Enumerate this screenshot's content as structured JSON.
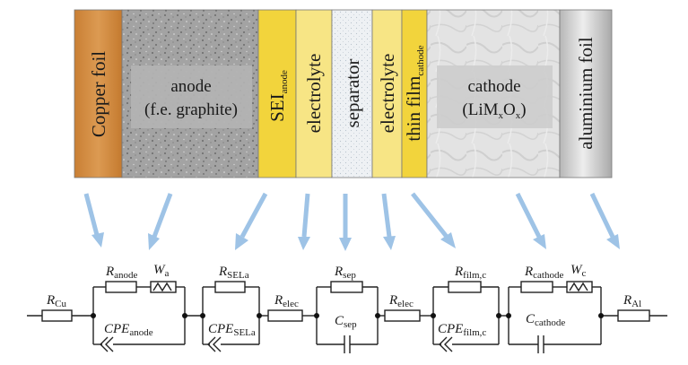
{
  "layers": [
    {
      "id": "copper-foil",
      "label": "Copper foil",
      "orientation": "vertical",
      "color": "#d0893a"
    },
    {
      "id": "anode",
      "label_lines": [
        "anode",
        "(f.e. graphite)"
      ],
      "orientation": "horizontal",
      "color": "#a9a9a9"
    },
    {
      "id": "sei-anode",
      "label": "SEI",
      "label_sub": "anode",
      "orientation": "vertical",
      "color": "#f2d43c"
    },
    {
      "id": "electrolyte-left",
      "label": "electrolyte",
      "orientation": "vertical",
      "color": "#f7e585"
    },
    {
      "id": "separator",
      "label": "separator",
      "orientation": "vertical",
      "color": "#e8ecef"
    },
    {
      "id": "electrolyte-right",
      "label": "electrolyte",
      "orientation": "vertical",
      "color": "#f7e585"
    },
    {
      "id": "thin-film-cathode",
      "label": "thin film",
      "label_sub": "cathode",
      "orientation": "vertical",
      "color": "#f2d43c"
    },
    {
      "id": "cathode",
      "label_lines": [
        "cathode",
        "(LiM",
        "x",
        "O",
        "x",
        ")"
      ],
      "orientation": "horizontal",
      "color": "#d6d6d6"
    },
    {
      "id": "aluminium-foil",
      "label": "aluminium foil",
      "orientation": "vertical",
      "color": "#c8c8c8"
    }
  ],
  "circuit": {
    "R_Cu": {
      "main": "R",
      "sub": "Cu"
    },
    "R_anode": {
      "main": "R",
      "sub": "anode"
    },
    "W_a": {
      "main": "W",
      "sub": "a"
    },
    "CPE_anode": {
      "main": "CPE",
      "sub": "anode"
    },
    "R_SELa": {
      "main": "R",
      "sub": "SELa"
    },
    "CPE_SELa": {
      "main": "CPE",
      "sub": "SELa"
    },
    "R_elec_1": {
      "main": "R",
      "sub": "elec"
    },
    "R_sep": {
      "main": "R",
      "sub": "sep"
    },
    "C_sep": {
      "main": "C",
      "sub": "sep"
    },
    "R_elec_2": {
      "main": "R",
      "sub": "elec"
    },
    "R_film_c": {
      "main": "R",
      "sub": "film,c"
    },
    "CPE_film_c": {
      "main": "CPE",
      "sub": "film,c"
    },
    "R_cathode": {
      "main": "R",
      "sub": "cathode"
    },
    "W_c": {
      "main": "W",
      "sub": "c"
    },
    "C_cathode": {
      "main": "C",
      "sub": "cathode"
    },
    "R_Al": {
      "main": "R",
      "sub": "Al"
    }
  },
  "arrow_color": "#9ec3e6"
}
